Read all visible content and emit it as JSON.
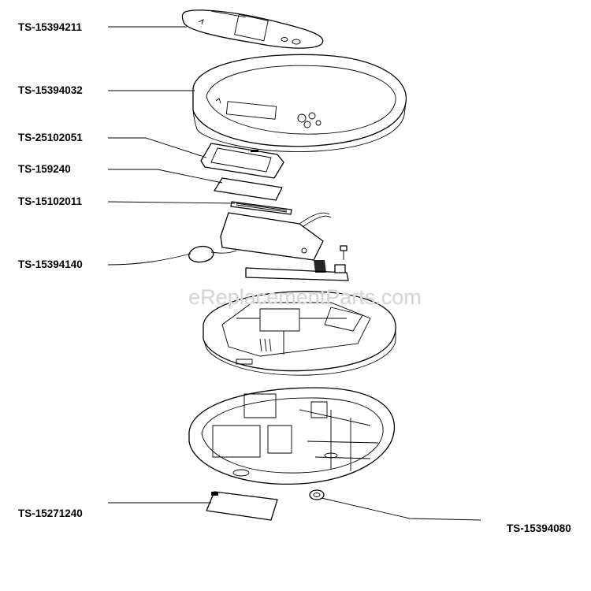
{
  "watermark": "eReplacementParts.com",
  "parts": [
    {
      "id": "TS-15394211",
      "depicts": "display-overlay-film"
    },
    {
      "id": "TS-15394032",
      "depicts": "top-cover"
    },
    {
      "id": "TS-25102051",
      "depicts": "lcd-frame"
    },
    {
      "id": "TS-159240",
      "depicts": "lcd-display"
    },
    {
      "id": "TS-15102011",
      "depicts": "connector-strip"
    },
    {
      "id": "TS-15394140",
      "depicts": "circuit-board-with-sensor"
    },
    {
      "id": "TS-15271240",
      "depicts": "battery-cover"
    },
    {
      "id": "TS-15394080",
      "depicts": "foot-pad"
    }
  ]
}
